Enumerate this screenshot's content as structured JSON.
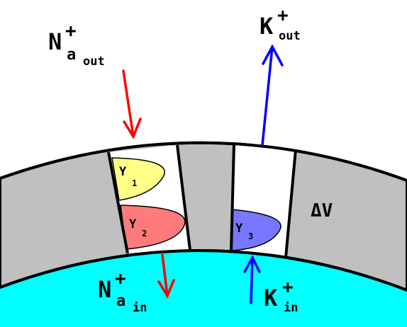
{
  "labels": {
    "na_out": {
      "main": "N",
      "sup": "+",
      "sub": "a",
      "subsub": "out"
    },
    "k_out": {
      "main": "K",
      "sup": "+",
      "sub": "out"
    },
    "na_in": {
      "main": "N",
      "sup": "+",
      "sub": "a",
      "subsub": "in"
    },
    "k_in": {
      "main": "K",
      "sup": "+",
      "sub": "in"
    },
    "delta_v": {
      "main": "ΔV"
    },
    "y1": {
      "main": "Y",
      "sub": "1"
    },
    "y2": {
      "main": "Y",
      "sub": "2"
    },
    "y3": {
      "main": "Y",
      "sub": "3"
    }
  },
  "colors": {
    "membrane": "#c0c0c0",
    "cytoplasm": "#00ffff",
    "channel_interior": "#ffffff",
    "y1_fill": "#ffff88",
    "y2_fill": "#ff7b7b",
    "y3_fill": "#7777ff",
    "na_arrow": "#ff0000",
    "k_arrow": "#0000ff",
    "outline": "#000000"
  }
}
